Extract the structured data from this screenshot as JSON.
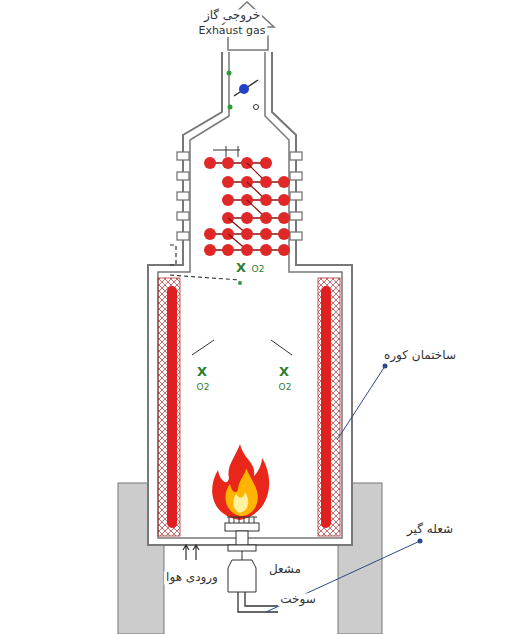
{
  "diagram": {
    "labels": [
      "خروجی گاز",
      "Exhaust gas",
      "X",
      "O2",
      "X",
      "O2",
      "X",
      "O2",
      "ساختمان کوره",
      "شعله گیر",
      "مشعل",
      "ورودی هوا",
      "سوخت"
    ]
  }
}
